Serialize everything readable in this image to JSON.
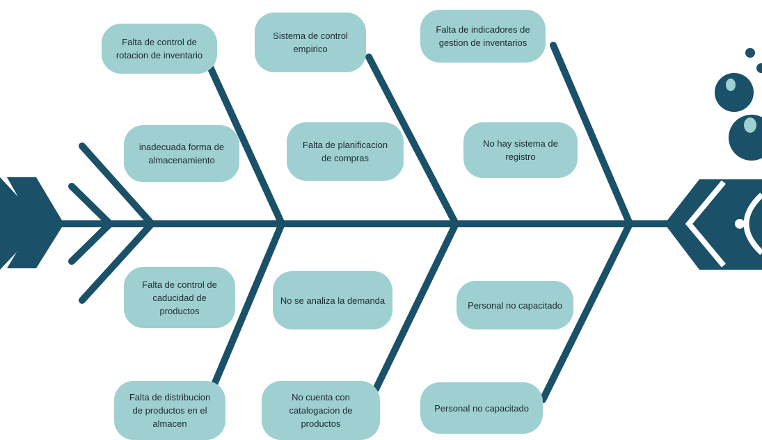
{
  "diagram": {
    "type": "fishbone",
    "colors": {
      "bone": "#1a5068",
      "bubble": "#9fd0d1",
      "text": "#1c2a33",
      "background": "#ffffff"
    },
    "causes": {
      "top_row": [
        "Falta de control de\nrotacion de inventario",
        "Sistema de control\nempirico",
        "Falta de indicadores de\ngestion de inventarios"
      ],
      "upper_middle_row": [
        "inadecuada forma de\nalmacenamiento",
        "Falta de planificacion\nde compras",
        "No hay sistema de\nregistro"
      ],
      "lower_middle_row": [
        "Falta de  control de\ncaducidad de\nproductos",
        "No se analiza la demanda",
        "Personal no capacitado"
      ],
      "bottom_row": [
        "Falta de distribucion\nde productos en el\nalmacen",
        "No cuenta con\ncatalogacion de\nproductos",
        "Personal no capacitado"
      ]
    }
  }
}
